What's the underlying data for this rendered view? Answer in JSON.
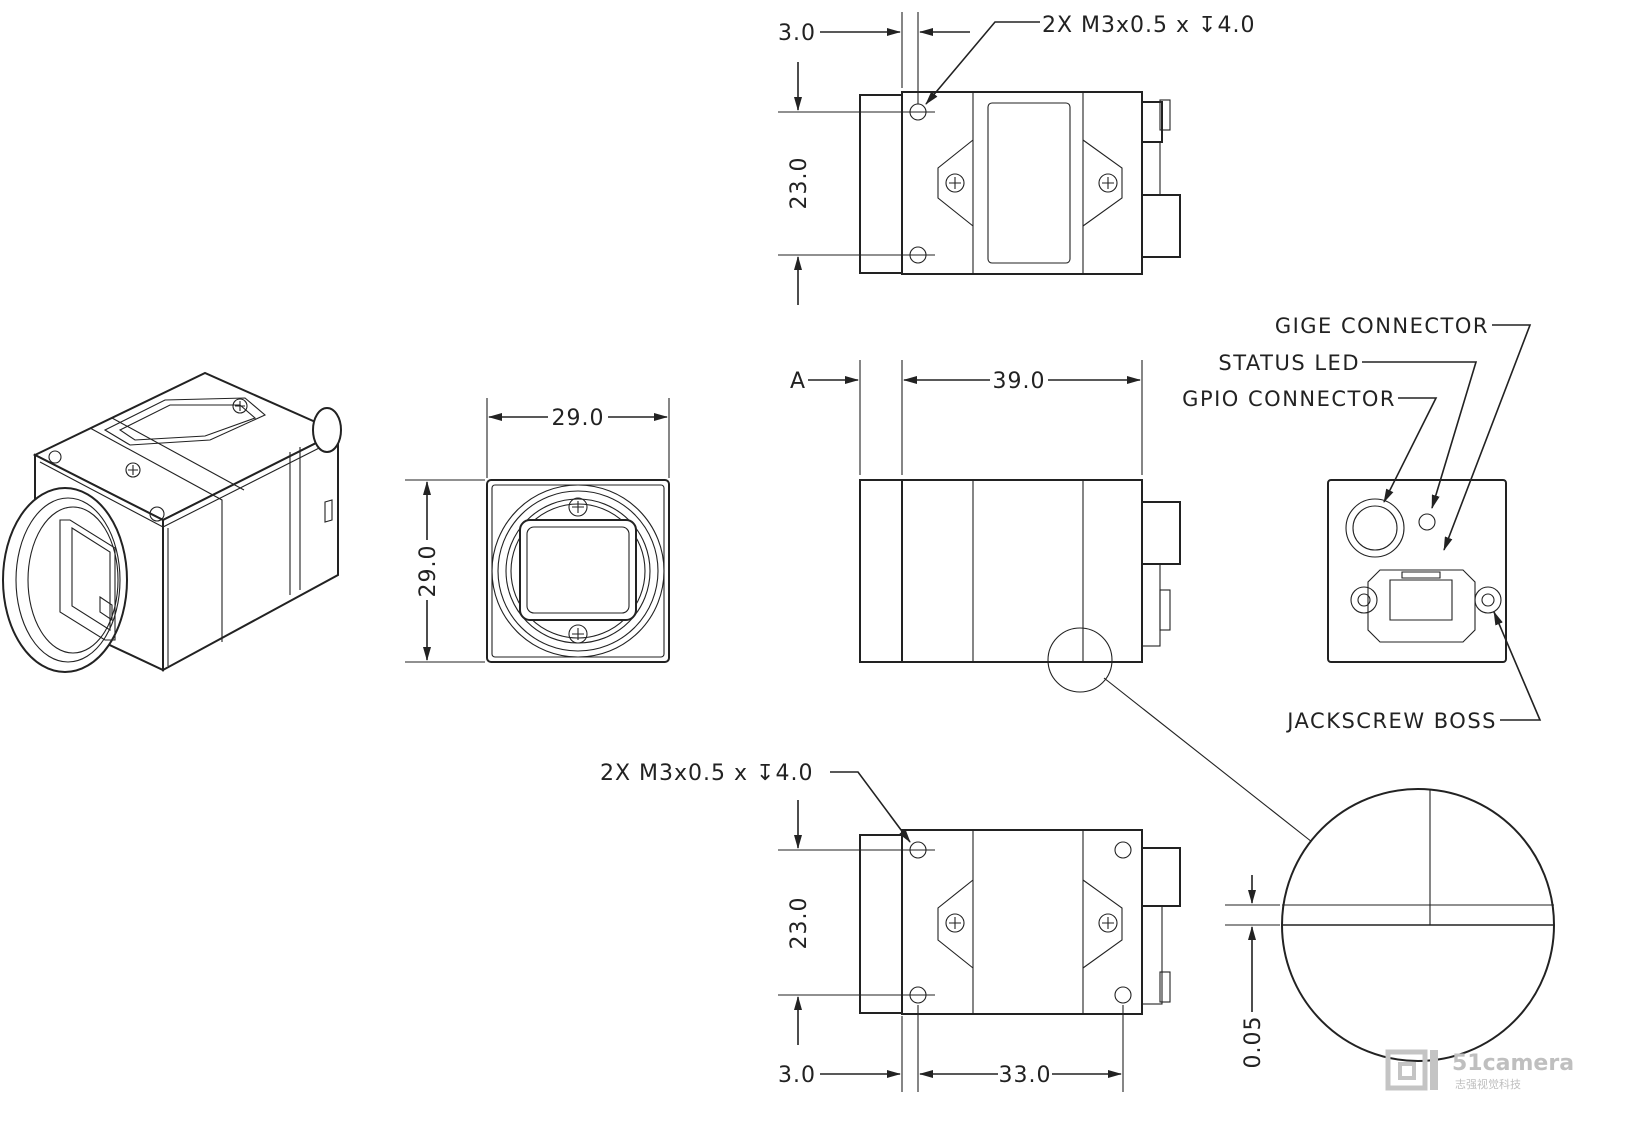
{
  "dimensions": {
    "top_offset": "3.0",
    "top_callout": "2X M3x0.5 x ↧4.0",
    "top_height": "23.0",
    "front_width": "29.0",
    "front_height": "29.0",
    "datum": "A",
    "side_length": "39.0",
    "bottom_callout": "2X M3x0.5 x ↧4.0",
    "bottom_height": "23.0",
    "bottom_offset": "3.0",
    "bottom_spacing": "33.0",
    "flatness": "0.05"
  },
  "labels": {
    "gige": "GIGE CONNECTOR",
    "status": "STATUS LED",
    "gpio": "GPIO CONNECTOR",
    "jackscrew": "JACKSCREW BOSS"
  },
  "watermark": {
    "brand": "51camera",
    "sub": "志强视觉科技"
  }
}
